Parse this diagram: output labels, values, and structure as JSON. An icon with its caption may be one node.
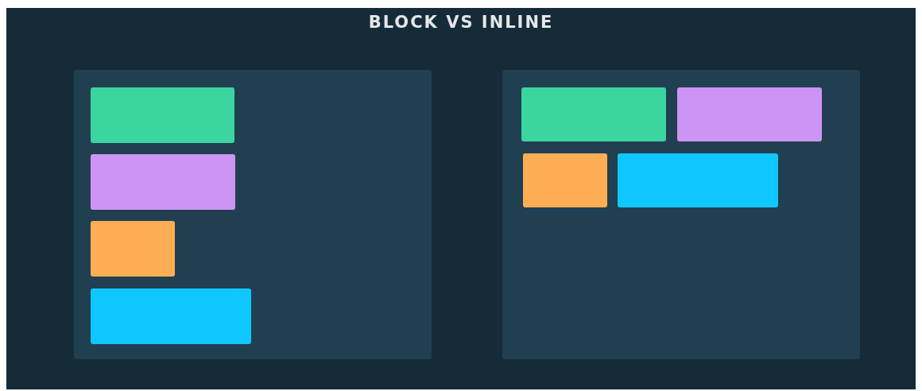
{
  "diagram": {
    "title": "BLOCK VS INLINE",
    "nodes": [
      {
        "text": [],
        "shape": "box"
      },
      {
        "text": [],
        "shape": "box",
        "in": 0
      },
      {
        "text": [],
        "shape": "box",
        "in": 0
      },
      {
        "text": [],
        "shape": "box",
        "in": 0
      },
      {
        "text": [],
        "shape": "box",
        "in": 0
      },
      {
        "text": [],
        "shape": "box"
      },
      {
        "text": [],
        "shape": "box",
        "in": 5
      },
      {
        "text": [],
        "shape": "box",
        "in": 5
      },
      {
        "text": [],
        "shape": "box",
        "in": 5
      },
      {
        "text": [],
        "shape": "box",
        "in": 5
      }
    ],
    "edges": []
  }
}
